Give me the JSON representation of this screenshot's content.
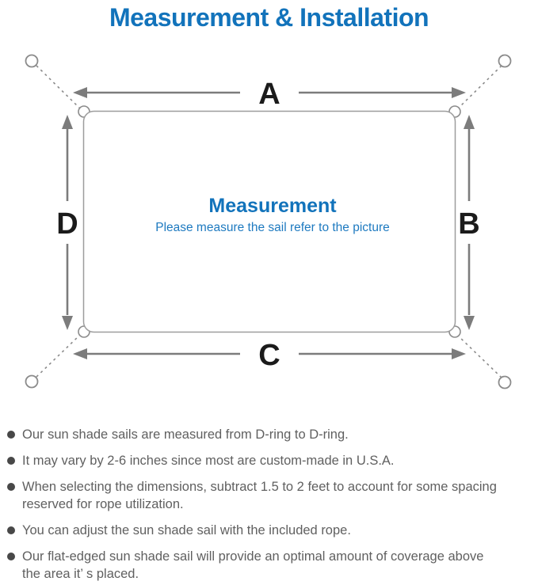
{
  "page": {
    "title": "Measurement & Installation"
  },
  "diagram": {
    "labels": {
      "top": "A",
      "right": "B",
      "bottom": "C",
      "left": "D"
    },
    "center_heading": "Measurement",
    "center_subtitle": "Please measure the sail refer to the picture"
  },
  "notes": [
    {
      "lines": [
        "Our sun shade sails are measured from D-ring to D-ring."
      ]
    },
    {
      "lines": [
        "It may vary by 2-6 inches since most are custom-made in U.S.A."
      ]
    },
    {
      "lines": [
        "When selecting the dimensions, subtract 1.5 to 2 feet to account for some spacing",
        "reserved for rope utilization."
      ]
    },
    {
      "lines": [
        "You can adjust the sun shade sail with the included rope."
      ]
    },
    {
      "lines": [
        "Our flat-edged sun shade sail will provide an optimal amount of coverage above",
        "the area it’ s placed."
      ]
    }
  ],
  "colors": {
    "accent_blue": "#1273bb",
    "subtitle_blue": "#1e7ac0",
    "label_black": "#1b1b1b",
    "arrow_gray": "#7c7c7c",
    "outline_gray": "#9d9d9d",
    "tether_gray": "#8b8b8b",
    "note_text_gray": "#606060",
    "bullet_gray": "#484848"
  }
}
